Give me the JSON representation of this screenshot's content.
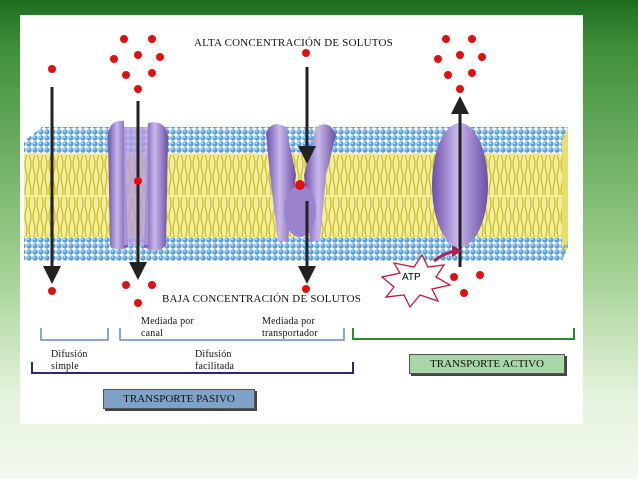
{
  "diagram": {
    "top_label": "ALTA CONCENTRACIÓN DE SOLUTOS",
    "bottom_label": "BAJA CONCENTRACIÓN DE SOLUTOS",
    "channel_label": "Mediada por canal",
    "channel_label_line1": "Mediada por",
    "channel_label_line2": "canal",
    "carrier_label_line1": "Mediada por",
    "carrier_label_line2": "transportador",
    "simple_line1": "Difusión",
    "simple_line2": "simple",
    "facilitated_line1": "Difusión",
    "facilitated_line2": "facilitada",
    "atp": "ATP",
    "passive_transport": "TRANSPORTE PASIVO",
    "active_transport": "TRANSPORTE ACTIVO",
    "colors": {
      "solute": "#e01010",
      "protein": "#8a6cc0",
      "lipid_head": "#5aa0de",
      "lipid_tail": "#d8cf3a",
      "passive_bracket": "#2a2a6a",
      "active_bracket": "#2d8a2d"
    }
  }
}
